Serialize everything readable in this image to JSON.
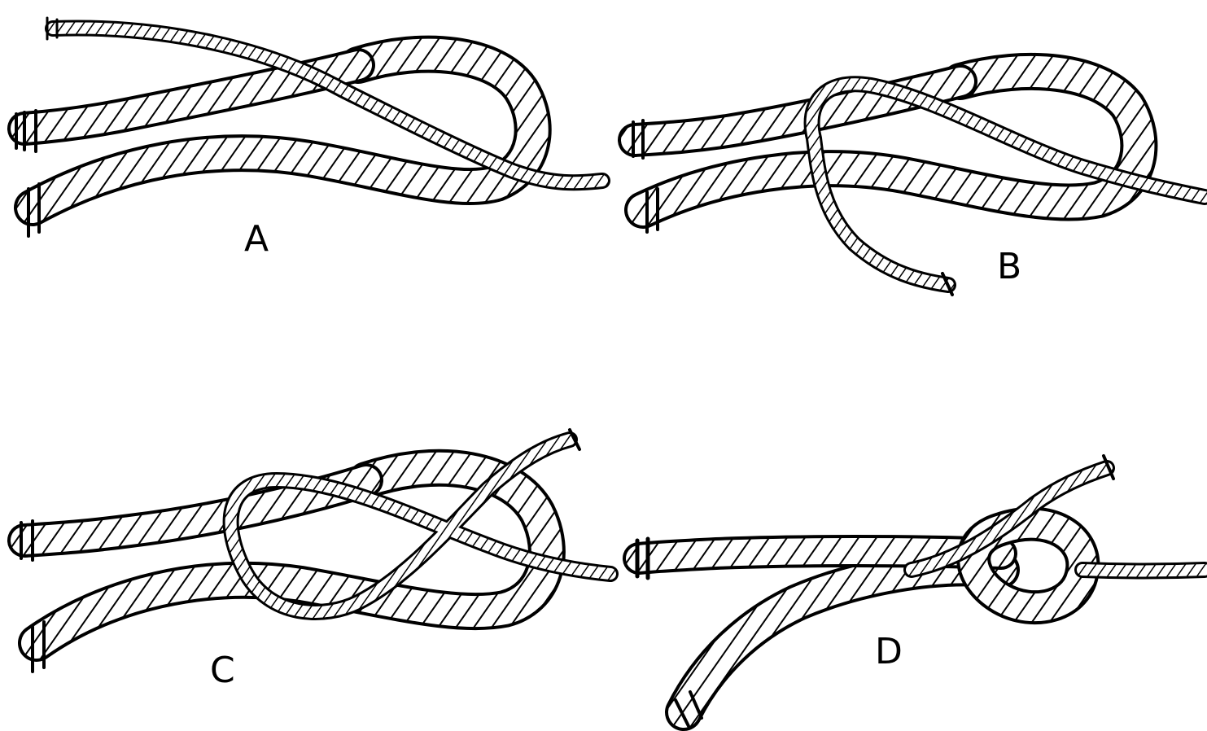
{
  "figure": {
    "panels": [
      {
        "id": "A",
        "label": "A",
        "icon": "rope-loop-step-a-icon"
      },
      {
        "id": "B",
        "label": "B",
        "icon": "rope-loop-step-b-icon"
      },
      {
        "id": "C",
        "label": "C",
        "icon": "rope-figure-eight-step-c-icon"
      },
      {
        "id": "D",
        "label": "D",
        "icon": "rope-tightened-knot-step-d-icon"
      }
    ]
  },
  "colors": {
    "ink": "#000000",
    "paper": "#ffffff"
  }
}
